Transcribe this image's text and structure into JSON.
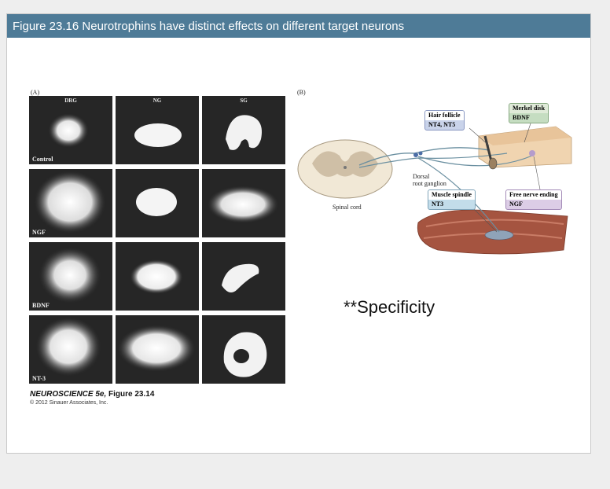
{
  "title": "Figure 23.16  Neurotrophins have distinct effects on different target neurons",
  "panel_a": {
    "label": "(A)",
    "columns": [
      "DRG",
      "NG",
      "SG"
    ],
    "rows": [
      "Control",
      "NGF",
      "BDNF",
      "NT-3"
    ]
  },
  "panel_b": {
    "label": "(B)",
    "spinal_cord": "Spinal cord",
    "dorsal_root_ganglion": "Dorsal\nroot ganglion",
    "callouts": [
      {
        "name": "Hair follicle",
        "factor": "NT4, NT5",
        "color": "#c9d3ea"
      },
      {
        "name": "Merkel disk",
        "factor": "BDNF",
        "color": "#c5ddc1"
      },
      {
        "name": "Muscle spindle",
        "factor": "NT3",
        "color": "#c3ddea"
      },
      {
        "name": "Free nerve ending",
        "factor": "NGF",
        "color": "#dccde6"
      }
    ]
  },
  "credit": {
    "book": "NEUROSCIENCE 5e,",
    "figure": " Figure 23.14",
    "copyright": "© 2012 Sinauer Associates, Inc."
  },
  "note": "**Specificity"
}
